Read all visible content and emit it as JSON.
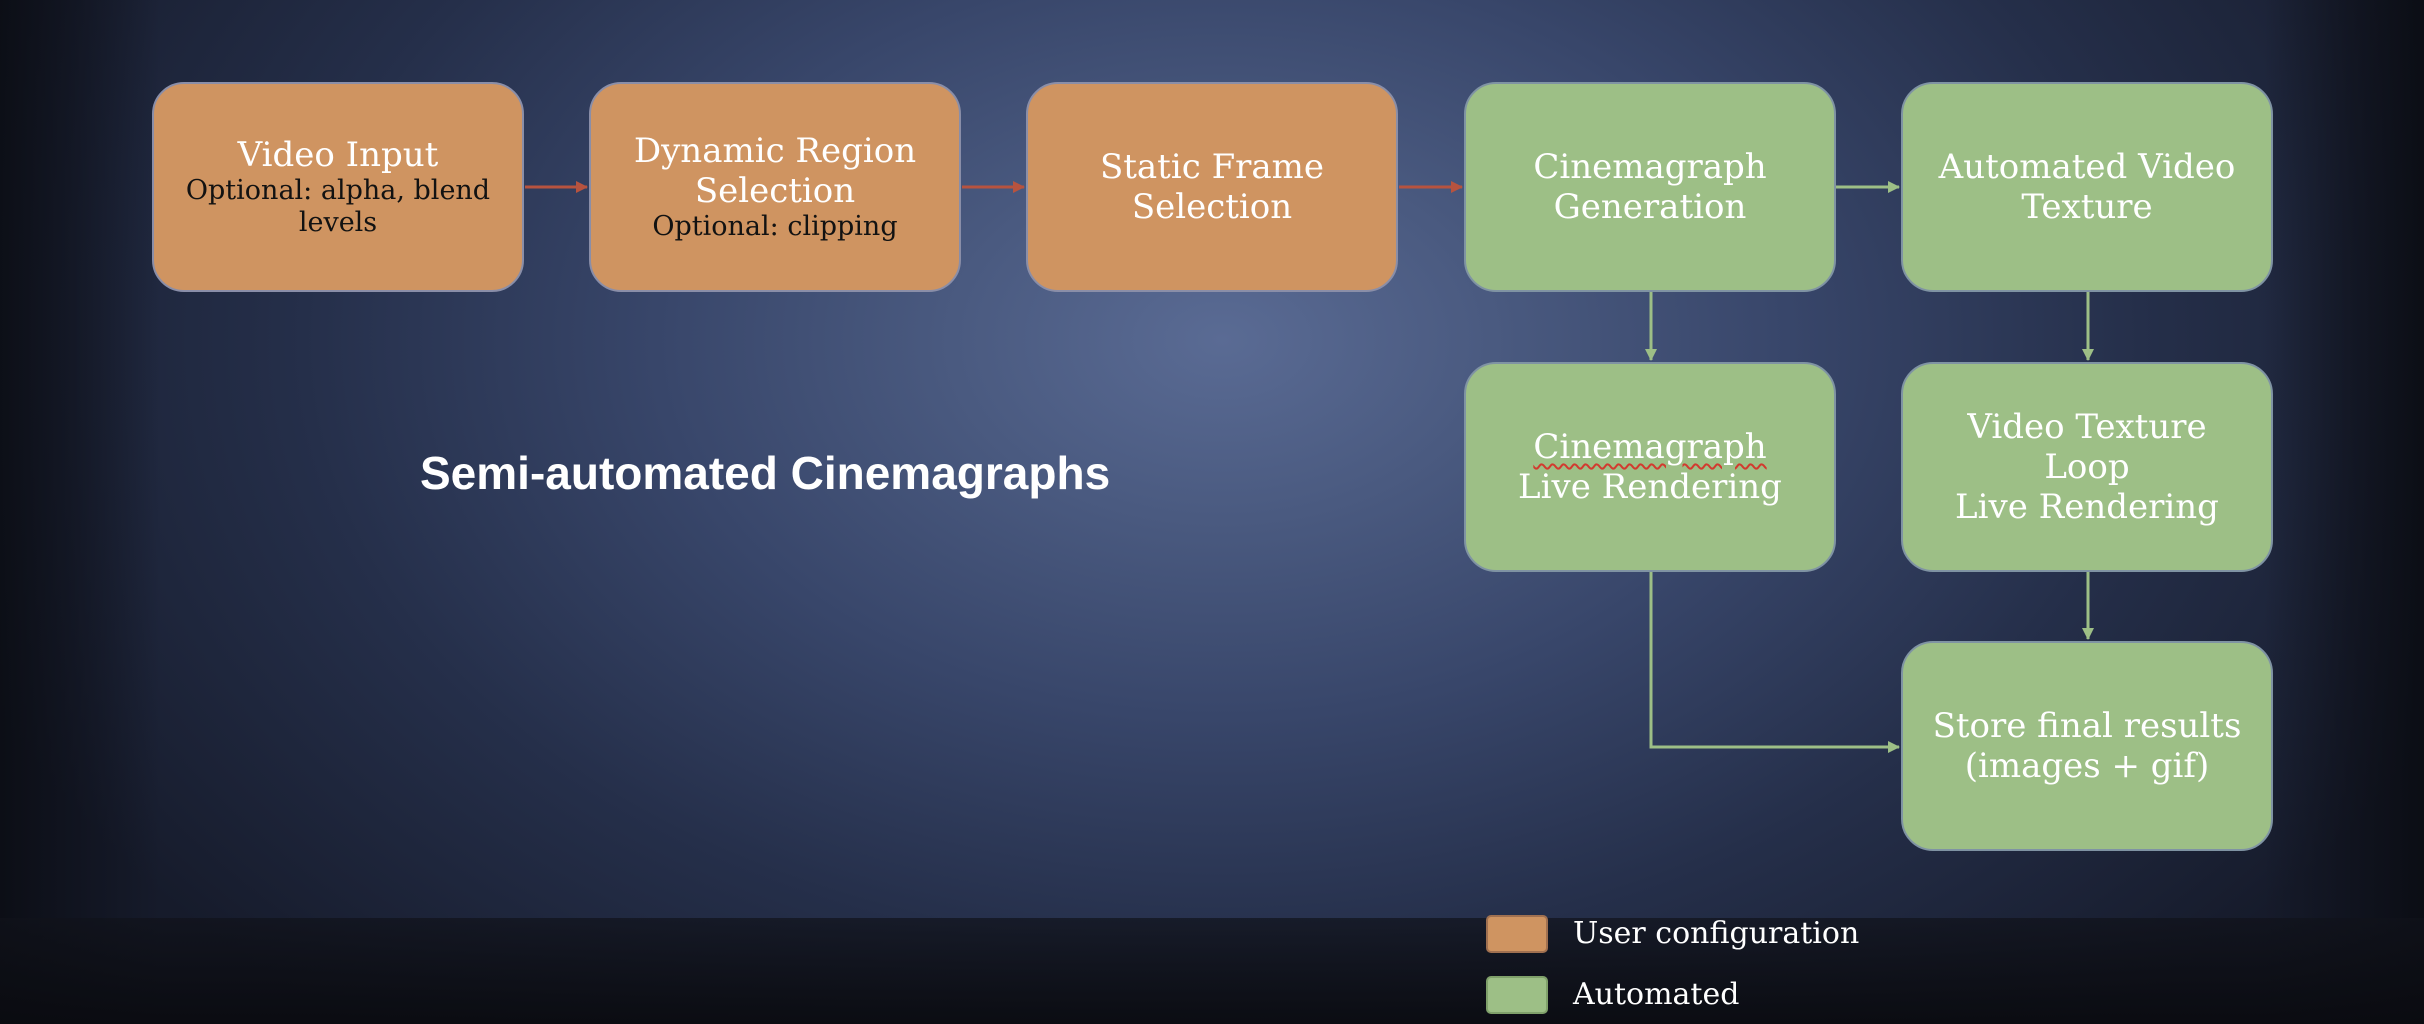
{
  "slide_title": "Semi-automated Cinemagraphs",
  "colors": {
    "user_configuration": "#cf9461",
    "automated": "#9dbf86",
    "user_arrow": "#b7533f",
    "auto_arrow": "#9dbf86"
  },
  "nodes": {
    "video_input": {
      "title": "Video Input",
      "subtitle": "Optional: alpha, blend levels"
    },
    "dynamic_region": {
      "title": "Dynamic Region Selection",
      "subtitle": "Optional: clipping"
    },
    "static_frame": {
      "title": "Static Frame Selection"
    },
    "cinemagraph_generation": {
      "title": "Cinemagraph Generation"
    },
    "automated_video_texture": {
      "title": "Automated Video Texture"
    },
    "cinemagraph_live": {
      "title_line1": "Cinemagraph",
      "title_line2": "Live Rendering"
    },
    "video_texture_loop": {
      "title": "Video Texture\nLoop\nLive Rendering"
    },
    "store_results": {
      "title": "Store final results (images + gif)"
    }
  },
  "edges": [
    {
      "from": "video_input",
      "to": "dynamic_region"
    },
    {
      "from": "dynamic_region",
      "to": "static_frame"
    },
    {
      "from": "static_frame",
      "to": "cinemagraph_generation"
    },
    {
      "from": "cinemagraph_generation",
      "to": "automated_video_texture"
    },
    {
      "from": "cinemagraph_generation",
      "to": "cinemagraph_live"
    },
    {
      "from": "automated_video_texture",
      "to": "video_texture_loop"
    },
    {
      "from": "video_texture_loop",
      "to": "store_results"
    },
    {
      "from": "cinemagraph_live",
      "to": "store_results"
    }
  ],
  "legend": {
    "user_configuration": "User configuration",
    "automated": "Automated"
  }
}
